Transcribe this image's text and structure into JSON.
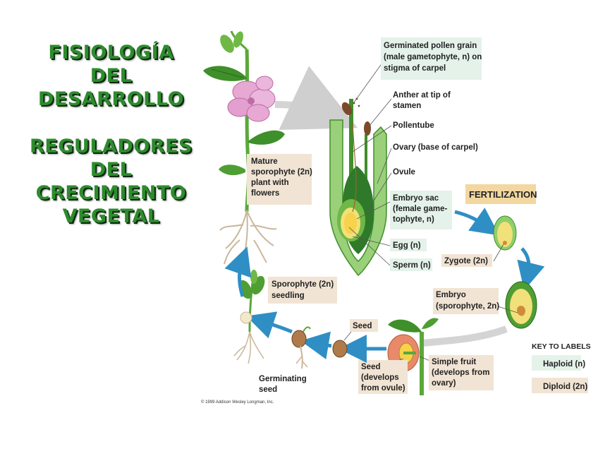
{
  "title": {
    "lines_1": [
      "FISIOLOGÍA",
      "DEL",
      "DESARROLLO"
    ],
    "lines_2": [
      "REGULADORES",
      "DEL",
      "CRECIMIENTO",
      "VEGETAL"
    ]
  },
  "labels": {
    "germinated_pollen": [
      "Germinated pollen grain",
      "(male gametophyte, n) on",
      "stigma of carpel"
    ],
    "anther": [
      "Anther at tip of",
      "stamen"
    ],
    "pollentube": [
      "Pollentube"
    ],
    "ovary": [
      "Ovary (base of carpel)"
    ],
    "ovule": [
      "Ovule"
    ],
    "embryo_sac": [
      "Embryo sac",
      "(female game-",
      "tophyte, n)"
    ],
    "egg": [
      "Egg (n)"
    ],
    "sperm": [
      "Sperm (n)"
    ],
    "fertilization": "FERTILIZATION",
    "zygote": [
      "Zygote (2n)"
    ],
    "embryo": [
      "Embryo",
      "(sporophyte, 2n)"
    ],
    "mature_sporophyte": [
      "Mature",
      "sporophyte (2n)",
      "plant with",
      "flowers"
    ],
    "sporophyte_seedling": [
      "Sporophyte (2n)",
      "seedling"
    ],
    "seed": [
      "Seed"
    ],
    "seed_develops": [
      "Seed",
      "(develops",
      "from ovule)"
    ],
    "simple_fruit": [
      "Simple fruit",
      "(develops from",
      "ovary)"
    ],
    "germinating_seed": [
      "Germinating",
      "seed"
    ]
  },
  "key": {
    "title": "KEY TO LABELS",
    "haploid": "Haploid (n)",
    "diploid": "Diploid (2n)"
  },
  "copyright": "© 1999 Addison Wesley Longman, Inc.",
  "colors": {
    "title_green": "#2e8b2e",
    "haploid_box": "#e4f2ea",
    "diploid_box": "#f1e4d4",
    "arrow_blue": "#2f8fc4",
    "plant_green": "#5aa83a",
    "flower_pink": "#e7a8d4"
  }
}
